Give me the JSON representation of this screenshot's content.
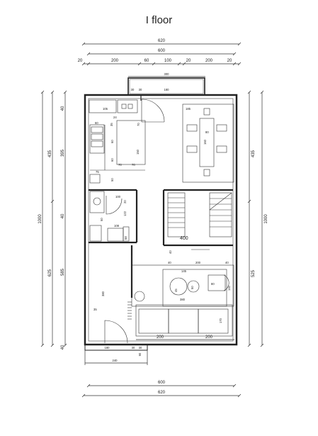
{
  "title": "I floor",
  "dims": {
    "top_overall": "620",
    "top_inner": "600",
    "top_seg_20a": "20",
    "top_seg_200a": "200",
    "top_seg_60": "60",
    "top_seg_100": "100",
    "top_seg_20b": "20",
    "top_seg_200b": "200",
    "top_seg_20c": "20",
    "balcony_300": "300",
    "balcony_30a": "30",
    "balcony_30b": "30",
    "balcony_180": "180",
    "bottom_inner": "600",
    "bottom_overall": "620",
    "bottom_200a": "200",
    "bottom_200b": "200",
    "bottom_180": "180",
    "bottom_30a": "30",
    "bottom_30b": "30",
    "bottom_240": "240",
    "bottom_90": "90",
    "left_1000": "1000",
    "left_435": "435",
    "left_625": "625",
    "left_40a": "40",
    "left_40b": "40",
    "left_40c": "40",
    "left_395": "395",
    "left_585": "585",
    "right_1000": "1000",
    "right_435": "435",
    "right_525": "525",
    "stair_400": "400"
  },
  "interior": {
    "k_105": "105",
    "k_24": "24",
    "k_35": "35",
    "k_60": "60",
    "k_70a": "70",
    "k_60b": "60",
    "k_150": "150",
    "k_60c": "60",
    "k_70b": "70",
    "k_70c": "70",
    "k_75": "75",
    "k_50": "50",
    "k_185": "185",
    "k_80": "80",
    "k_160": "160",
    "b_100": "100",
    "b_20": "20",
    "b_50": "50",
    "b_122": "122",
    "b_108": "108",
    "b_58": "58",
    "l_40a": "40",
    "l_200": "200",
    "l_40b": "40",
    "l_145": "145",
    "l_45": "45",
    "l_50": "50",
    "l_80": "80",
    "l_140": "140",
    "l_380": "380",
    "l_170": "170",
    "l_35": "35",
    "l_40c": "40",
    "l_380b": "380"
  }
}
